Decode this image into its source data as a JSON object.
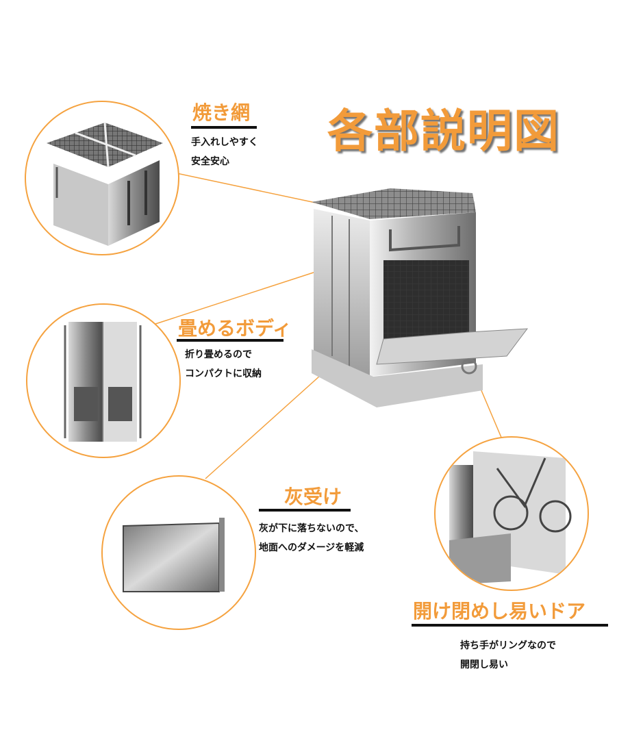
{
  "title": "各部説明図",
  "sections": [
    {
      "heading": "焼き網",
      "lines": [
        "手入れしやすく",
        "安全安心"
      ]
    },
    {
      "heading": "畳めるボディ",
      "lines": [
        "折り畳めるので",
        "コンパクトに収納"
      ]
    },
    {
      "heading": "灰受け",
      "lines": [
        "灰が下に落ちないので、",
        "地面へのダメージを軽減"
      ]
    },
    {
      "heading": "開け閉めし易いドア",
      "lines": [
        "持ち手がリングなので",
        "開閉し易い"
      ]
    }
  ],
  "colors": {
    "accent": "#f29b3a",
    "circle_border": "#f5a23f",
    "text": "#111111"
  }
}
